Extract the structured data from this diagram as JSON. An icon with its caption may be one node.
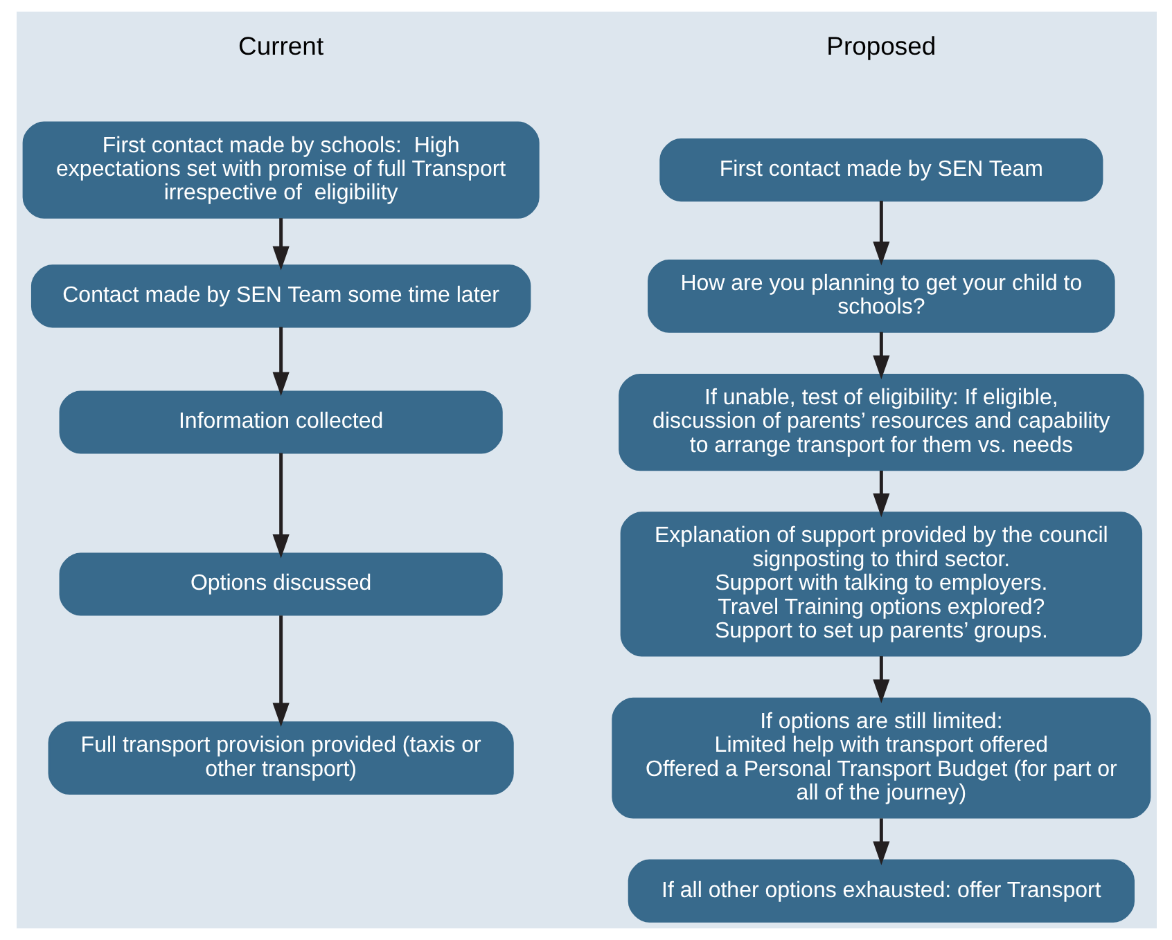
{
  "diagram": {
    "nodes": [
      {
        "text": [
          "First contact made by schools:  High expectations set with promise of full Transport irrespective of  eligibility"
        ]
      },
      {
        "text": [
          "Contact made by SEN Team some time later"
        ]
      },
      {
        "text": [
          "Information collected"
        ]
      },
      {
        "text": [
          "Options discussed"
        ]
      },
      {
        "text": [
          "Full transport provision provided (taxis or other transport)"
        ]
      },
      {
        "text": [
          "First contact made by SEN Team"
        ]
      },
      {
        "text": [
          "How are you planning to get your child to schools?"
        ]
      },
      {
        "text": [
          "If unable, test of eligibility: If eligible, discussion of parents’ resources and capability to arrange transport for them vs. needs"
        ]
      },
      {
        "text": [
          "Explanation of support provided by the council signposting to third sector.",
          "Support with talking to employers.",
          "Travel Training options explored?",
          "Support to set up parents’ groups."
        ]
      },
      {
        "text": [
          "If options are still limited:",
          "Limited help with transport offered",
          "Offered a Personal Transport Budget (for part or all of the journey)"
        ]
      },
      {
        "text": [
          "If all other options exhausted: offer Transport"
        ]
      }
    ],
    "edges": [
      {
        "from": 0,
        "to": 1,
        "arrow": "to"
      },
      {
        "from": 1,
        "to": 2,
        "arrow": "to"
      },
      {
        "from": 2,
        "to": 3,
        "arrow": "to"
      },
      {
        "from": 3,
        "to": 4,
        "arrow": "to"
      },
      {
        "from": 5,
        "to": 6,
        "arrow": "to"
      },
      {
        "from": 6,
        "to": 7,
        "arrow": "to"
      },
      {
        "from": 7,
        "to": 8,
        "arrow": "to"
      },
      {
        "from": 8,
        "to": 9,
        "arrow": "to"
      },
      {
        "from": 9,
        "to": 10,
        "arrow": "to"
      }
    ],
    "labels": [
      "Current",
      "Proposed"
    ]
  }
}
